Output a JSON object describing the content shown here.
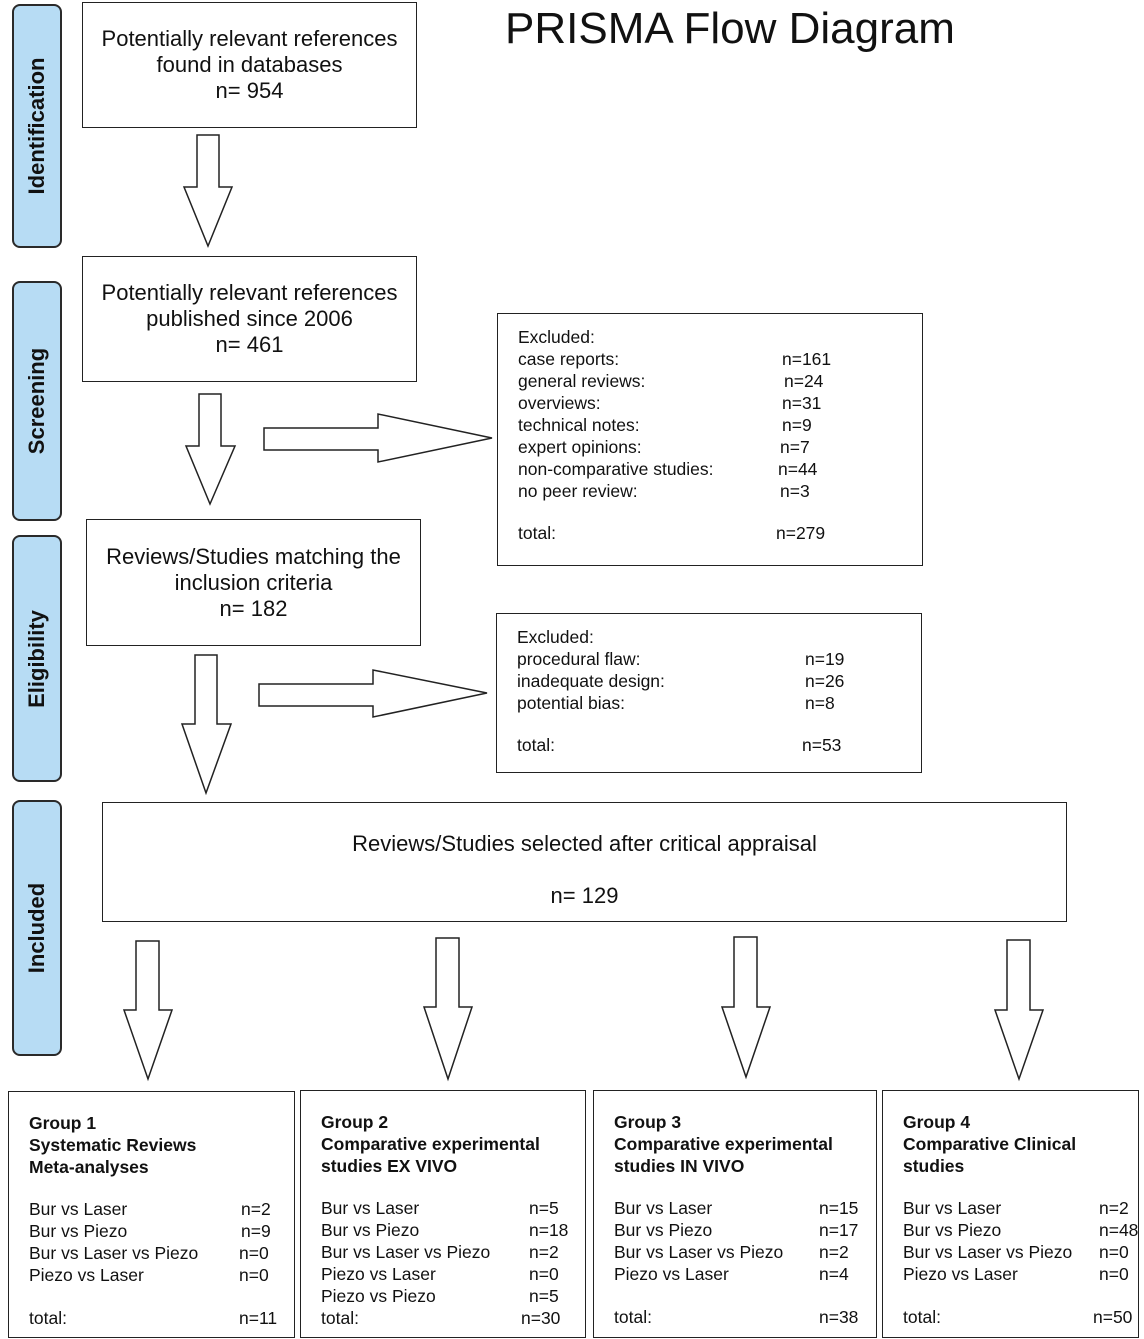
{
  "title": "PRISMA Flow Diagram",
  "phases": {
    "identification": "Identification",
    "screening": "Screening",
    "eligibility": "Eligibility",
    "included": "Included"
  },
  "identification_box": {
    "line1": "Potentially relevant references",
    "line2": "found in databases",
    "count": "n= 954"
  },
  "screening_box": {
    "line1": "Potentially relevant references",
    "line2": "published since 2006",
    "count": "n= 461"
  },
  "screening_excluded": {
    "heading": "Excluded:",
    "items": [
      {
        "label": "case reports:",
        "value": "n=161"
      },
      {
        "label": "general reviews:",
        "value": "n=24"
      },
      {
        "label": "overviews:",
        "value": "n=31"
      },
      {
        "label": "technical notes:",
        "value": "n=9"
      },
      {
        "label": "expert opinions:",
        "value": "n=7"
      },
      {
        "label": "non-comparative studies:",
        "value": "n=44"
      },
      {
        "label": "no peer review:",
        "value": "n=3"
      }
    ],
    "total_label": "total:",
    "total_value": "n=279"
  },
  "eligibility_box": {
    "line1": "Reviews/Studies matching the",
    "line2": "inclusion criteria",
    "count": "n= 182"
  },
  "eligibility_excluded": {
    "heading": "Excluded:",
    "items": [
      {
        "label": "procedural flaw:",
        "value": "n=19"
      },
      {
        "label": "inadequate design:",
        "value": "n=26"
      },
      {
        "label": "potential bias:",
        "value": "n=8"
      }
    ],
    "total_label": "total:",
    "total_value": "n=53"
  },
  "included_box": {
    "line1": "Reviews/Studies selected after critical appraisal",
    "count": "n= 129"
  },
  "groups": [
    {
      "heading": [
        "Group 1",
        "Systematic Reviews",
        "Meta-analyses"
      ],
      "items": [
        {
          "label": "Bur vs Laser",
          "value": "n=2"
        },
        {
          "label": "Bur vs Piezo",
          "value": "n=9"
        },
        {
          "label": "Bur vs Laser vs Piezo",
          "value": "n=0"
        },
        {
          "label": "Piezo vs Laser",
          "value": "n=0"
        }
      ],
      "total_label": "total:",
      "total_value": "n=11"
    },
    {
      "heading": [
        "Group 2",
        "Comparative experimental",
        "studies EX VIVO"
      ],
      "items": [
        {
          "label": "Bur vs Laser",
          "value": "n=5"
        },
        {
          "label": "Bur vs Piezo",
          "value": "n=18"
        },
        {
          "label": "Bur vs Laser vs Piezo",
          "value": "n=2"
        },
        {
          "label": "Piezo vs Laser",
          "value": "n=0"
        },
        {
          "label": "Piezo vs Piezo",
          "value": "n=5"
        }
      ],
      "total_label": "total:",
      "total_value": "n=30"
    },
    {
      "heading": [
        "Group 3",
        "Comparative experimental",
        "studies IN VIVO"
      ],
      "items": [
        {
          "label": "Bur vs Laser",
          "value": "n=15"
        },
        {
          "label": "Bur vs Piezo",
          "value": "n=17"
        },
        {
          "label": "Bur vs Laser vs Piezo",
          "value": "n=2"
        },
        {
          "label": "Piezo vs Laser",
          "value": "n=4"
        }
      ],
      "total_label": "total:",
      "total_value": "n=38"
    },
    {
      "heading": [
        "Group 4",
        "Comparative Clinical",
        "studies"
      ],
      "items": [
        {
          "label": "Bur vs Laser",
          "value": "n=2"
        },
        {
          "label": "Bur vs Piezo",
          "value": "n=48"
        },
        {
          "label": "Bur vs Laser vs Piezo",
          "value": "n=0"
        },
        {
          "label": "Piezo vs Laser",
          "value": "n=0"
        }
      ],
      "total_label": "total:",
      "total_value": "n=50"
    }
  ]
}
